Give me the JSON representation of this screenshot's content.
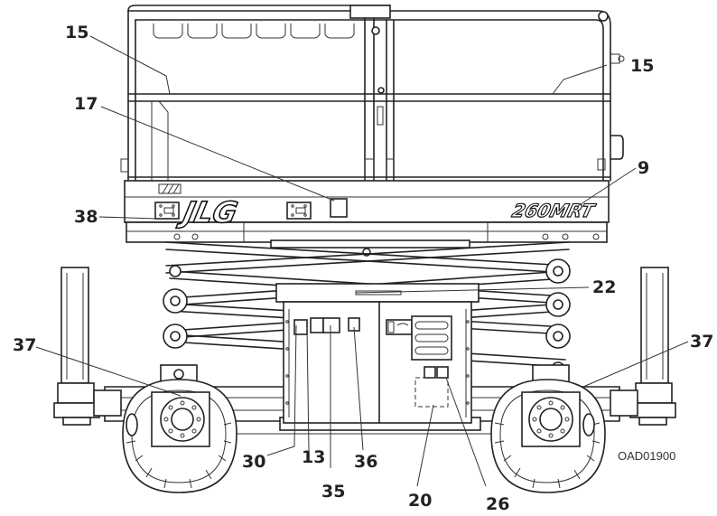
{
  "figure_code": "OAD01900",
  "brand_logo": "JLG",
  "model_decal": "260MRT",
  "callouts": [
    {
      "id": "c15a",
      "label": "15"
    },
    {
      "id": "c15b",
      "label": "15"
    },
    {
      "id": "c17",
      "label": "17"
    },
    {
      "id": "c9",
      "label": "9"
    },
    {
      "id": "c38",
      "label": "38"
    },
    {
      "id": "c22",
      "label": "22"
    },
    {
      "id": "c37a",
      "label": "37"
    },
    {
      "id": "c37b",
      "label": "37"
    },
    {
      "id": "c30",
      "label": "30"
    },
    {
      "id": "c13",
      "label": "13"
    },
    {
      "id": "c36",
      "label": "36"
    },
    {
      "id": "c35",
      "label": "35"
    },
    {
      "id": "c20",
      "label": "20"
    },
    {
      "id": "c26",
      "label": "26"
    }
  ]
}
